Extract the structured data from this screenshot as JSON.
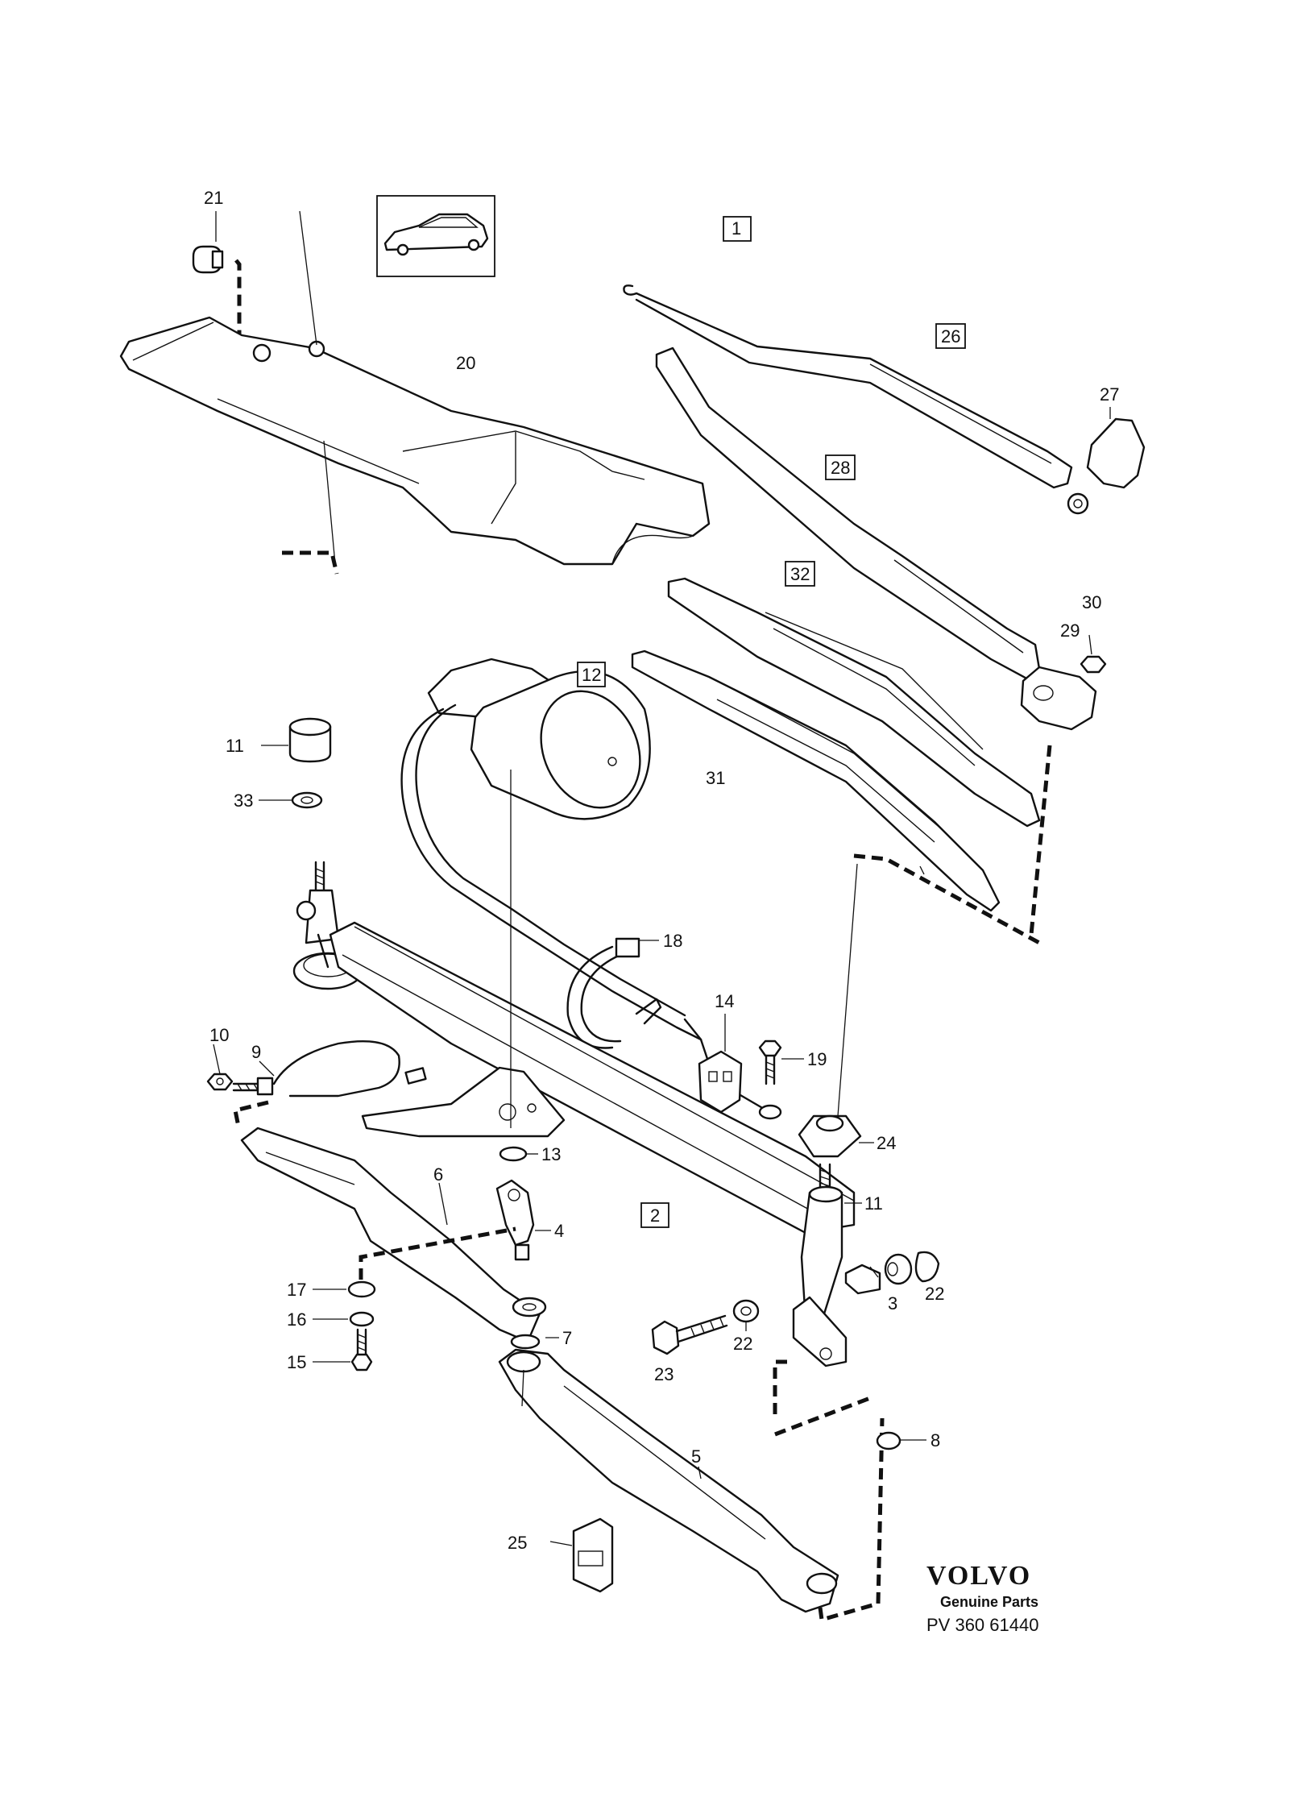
{
  "labels": {
    "p1": "1",
    "p2": "2",
    "p3": "3",
    "p4": "4",
    "p5": "5",
    "p6": "6",
    "p7": "7",
    "p8": "8",
    "p9": "9",
    "p10": "10",
    "p11a": "11",
    "p11b": "11",
    "p12": "12",
    "p13": "13",
    "p14": "14",
    "p15": "15",
    "p16": "16",
    "p17": "17",
    "p18": "18",
    "p19": "19",
    "p20": "20",
    "p21": "21",
    "p22a": "22",
    "p22b": "22",
    "p23": "23",
    "p24": "24",
    "p25": "25",
    "p26": "26",
    "p27": "27",
    "p28": "28",
    "p29": "29",
    "p30": "30",
    "p31": "31",
    "p32": "32",
    "p33": "33"
  },
  "brand": {
    "name": "VOLVO",
    "tagline": "Genuine Parts",
    "code": "PV 360 61440"
  }
}
